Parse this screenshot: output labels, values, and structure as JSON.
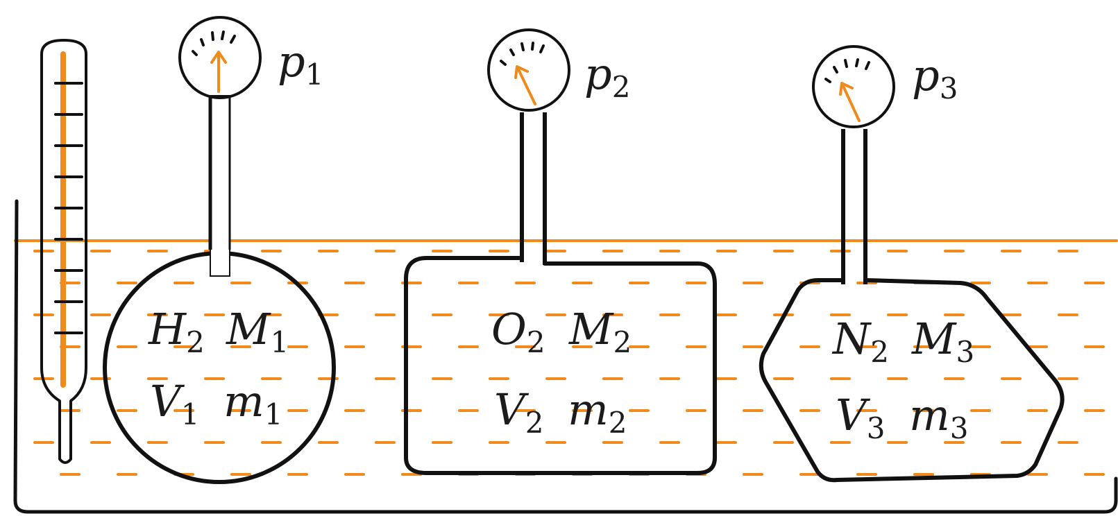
{
  "colors": {
    "ink": "#111111",
    "liquid": "#f08a1c",
    "background": "#ffffff"
  },
  "vessels": [
    {
      "shape": "sphere",
      "gas": "H",
      "gas_sub": "2",
      "molar": "M",
      "molar_sub": "1",
      "volume": "V",
      "volume_sub": "1",
      "mass": "m",
      "mass_sub": "1",
      "pressure": "p",
      "pressure_sub": "1"
    },
    {
      "shape": "rounded-box",
      "gas": "O",
      "gas_sub": "2",
      "molar": "M",
      "molar_sub": "2",
      "volume": "V",
      "volume_sub": "2",
      "mass": "m",
      "mass_sub": "2",
      "pressure": "p",
      "pressure_sub": "2"
    },
    {
      "shape": "hexagon",
      "gas": "N",
      "gas_sub": "2",
      "molar": "M",
      "molar_sub": "3",
      "volume": "V",
      "volume_sub": "3",
      "mass": "m",
      "mass_sub": "3",
      "pressure": "p",
      "pressure_sub": "3"
    }
  ],
  "icons": {
    "thermometer": "thermometer-icon",
    "gauge": "pressure-gauge-icon"
  }
}
